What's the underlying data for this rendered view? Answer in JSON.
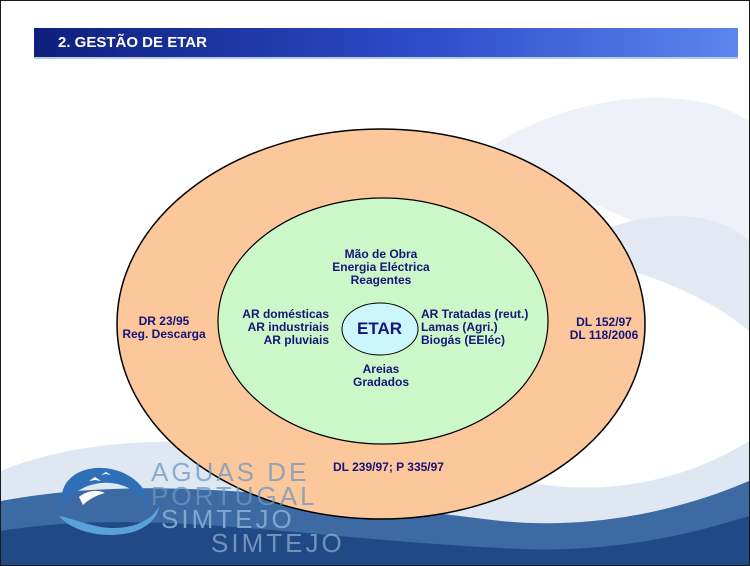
{
  "title": "2. GESTÃO DE ETAR",
  "diagram": {
    "center": "ETAR",
    "top_inputs": [
      "Mão de Obra",
      "Energia Eléctrica",
      "Reagentes"
    ],
    "left_inputs": [
      "AR domésticas",
      "AR industriais",
      "AR pluviais"
    ],
    "right_outputs": [
      "AR Tratadas (reut.)",
      "Lamas (Agri.)",
      "Biogás (EEléc)"
    ],
    "bottom_outputs": [
      "Areias",
      "Gradados"
    ],
    "outer_left": [
      "DR 23/95",
      "Reg. Descarga"
    ],
    "outer_right": [
      "DL 152/97",
      "DL 118/2006"
    ],
    "outer_bottom": "DL 239/97; P 335/97"
  },
  "logo": {
    "text_line1": "AGUAS DE",
    "text_line2": "PORTUGAL",
    "text_line3": "SIMTEJO",
    "watermark": "SIMTEJO"
  },
  "colors": {
    "title_bar": "#1a2e9c",
    "outer_ellipse": "#fbc79b",
    "inner_ellipse": "#ccf7c8",
    "center_ellipse": "#cbf6fb",
    "text": "#17147a"
  }
}
